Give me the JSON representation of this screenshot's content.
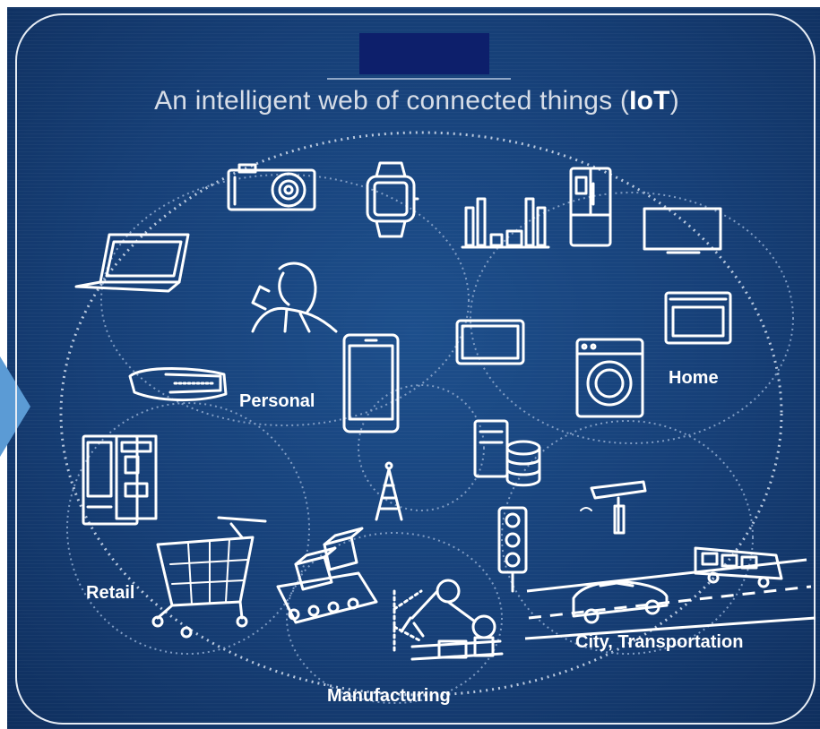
{
  "title": {
    "main": "An intelligent web of connected things (",
    "emphasis": "IoT",
    "close": ")"
  },
  "clusters": {
    "personal": "Personal",
    "home": "Home",
    "retail": "Retail",
    "manufacturing": "Manufacturing",
    "city": "City, Transportation"
  },
  "colors": {
    "background": "#163f77",
    "line": "#ffffff",
    "accent_arrow": "#5b9bd5",
    "title_block": "#0d1f6b"
  },
  "icons": [
    "camera-icon",
    "smartwatch-icon",
    "speakers-icon",
    "refrigerator-icon",
    "tv-icon",
    "laptop-icon",
    "person-icon",
    "tablet-icon",
    "smartphone-icon",
    "microwave-icon",
    "washing-machine-icon",
    "fitness-band-icon",
    "vending-machine-icon",
    "server-database-icon",
    "antenna-tower-icon",
    "shopping-cart-icon",
    "traffic-light-icon",
    "street-light-icon",
    "bus-icon",
    "car-icon",
    "conveyor-boxes-icon",
    "robot-arm-icon"
  ]
}
